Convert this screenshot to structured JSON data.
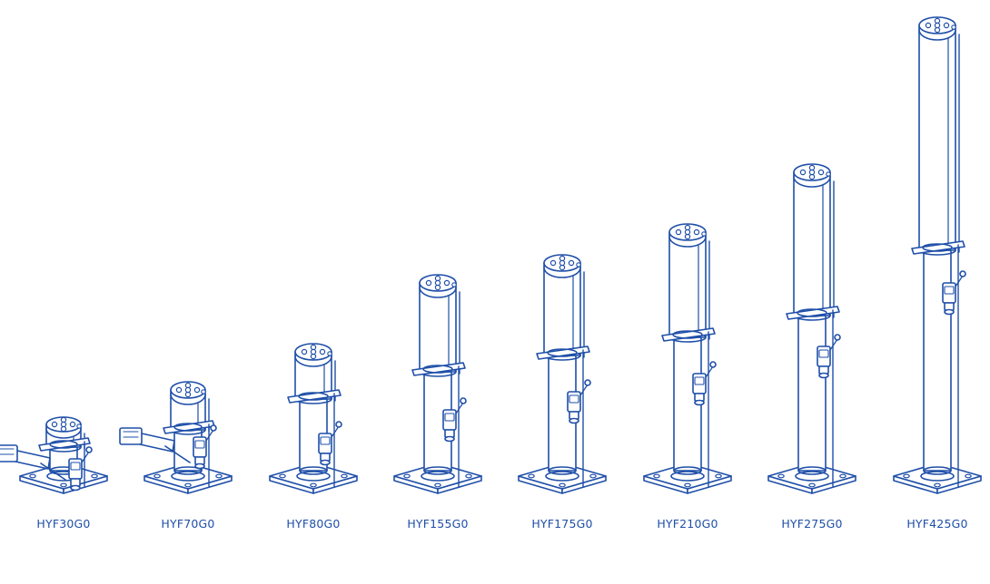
{
  "colors": {
    "line": "#1f4fa8",
    "fill": "#ffffff",
    "label": "#1f4fa8"
  },
  "models": [
    {
      "label": "HYF30G0"
    },
    {
      "label": "HYF70G0"
    },
    {
      "label": "HYF80G0"
    },
    {
      "label": "HYF155G0"
    },
    {
      "label": "HYF175G0"
    },
    {
      "label": "HYF210G0"
    },
    {
      "label": "HYF275G0"
    },
    {
      "label": "HYF425G0"
    }
  ]
}
